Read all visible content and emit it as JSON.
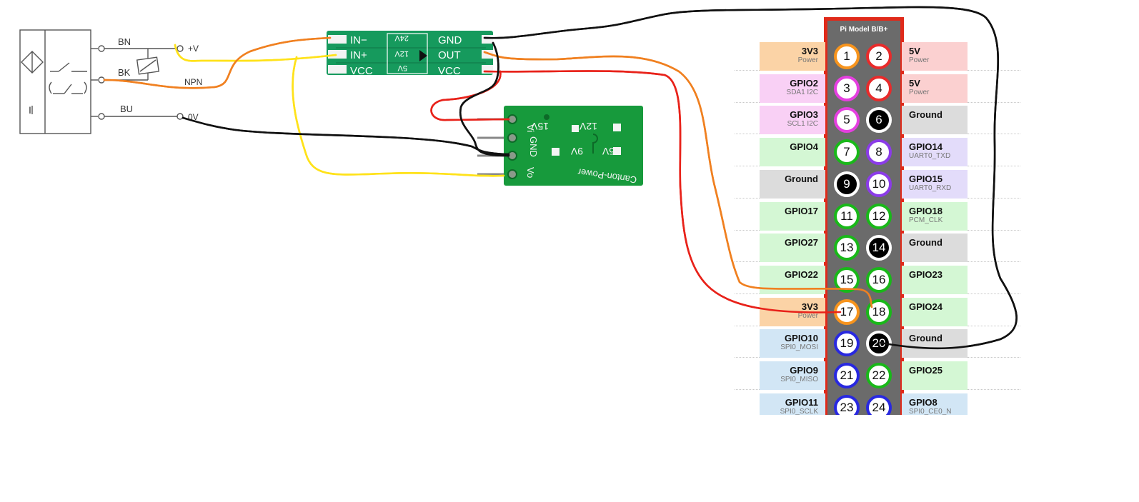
{
  "colors": {
    "wire_red": "#e8221a",
    "wire_orange": "#f08020",
    "wire_yellow": "#ffe21a",
    "wire_black": "#111111",
    "pcb_green": "#179a5e",
    "pi_border": "#e02a1a",
    "pi_body": "#6b6b6b"
  },
  "sensor": {
    "label_bn": "BN",
    "label_bk": "BK",
    "label_bu": "BU",
    "label_vplus": "+V",
    "label_npn": "NPN",
    "label_0v": "0V",
    "label_i": "I"
  },
  "optocoupler": {
    "left_pins": [
      "IN−",
      "IN+",
      "VCC"
    ],
    "right_pins": [
      "GND",
      "OUT",
      "VCC"
    ],
    "voltages": [
      "24V",
      "12V",
      "5V"
    ]
  },
  "buck": {
    "pins": [
      "Vi",
      "GND",
      "Vo"
    ],
    "opt_15v": "15V",
    "opt_12v": "12V",
    "opt_9v": "9V",
    "opt_5v": "5V",
    "brand": "Canton-Power"
  },
  "pi": {
    "title": "Pi Model B/B+",
    "rows": [
      {
        "left_name": "3V3",
        "left_sub": "Power",
        "left_bg": "#fbd3a6",
        "p1": "1",
        "p1_ring": "#f7941d",
        "p1_dark": false,
        "p2": "2",
        "p2_ring": "#e82b2b",
        "p2_dark": false,
        "right_name": "5V",
        "right_sub": "Power",
        "right_bg": "#fbd0d0"
      },
      {
        "left_name": "GPIO2",
        "left_sub": "SDA1 I2C",
        "left_bg": "#f9d0f5",
        "p1": "3",
        "p1_ring": "#e53fe0",
        "p1_dark": false,
        "p2": "4",
        "p2_ring": "#e82b2b",
        "p2_dark": false,
        "right_name": "5V",
        "right_sub": "Power",
        "right_bg": "#fbd0d0"
      },
      {
        "left_name": "GPIO3",
        "left_sub": "SCL1 I2C",
        "left_bg": "#f9d0f5",
        "p1": "5",
        "p1_ring": "#e53fe0",
        "p1_dark": false,
        "p2": "6",
        "p2_ring": "#ffffff",
        "p2_dark": true,
        "right_name": "Ground",
        "right_sub": "",
        "right_bg": "#dcdcdc"
      },
      {
        "left_name": "GPIO4",
        "left_sub": "",
        "left_bg": "#d4f7d4",
        "p1": "7",
        "p1_ring": "#19b819",
        "p1_dark": false,
        "p2": "8",
        "p2_ring": "#8b3be8",
        "p2_dark": false,
        "right_name": "GPIO14",
        "right_sub": "UART0_TXD",
        "right_bg": "#e3dcfa"
      },
      {
        "left_name": "Ground",
        "left_sub": "",
        "left_bg": "#dcdcdc",
        "p1": "9",
        "p1_ring": "#ffffff",
        "p1_dark": true,
        "p2": "10",
        "p2_ring": "#8b3be8",
        "p2_dark": false,
        "right_name": "GPIO15",
        "right_sub": "UART0_RXD",
        "right_bg": "#e3dcfa"
      },
      {
        "left_name": "GPIO17",
        "left_sub": "",
        "left_bg": "#d4f7d4",
        "p1": "11",
        "p1_ring": "#19b819",
        "p1_dark": false,
        "p2": "12",
        "p2_ring": "#19b819",
        "p2_dark": false,
        "right_name": "GPIO18",
        "right_sub": "PCM_CLK",
        "right_bg": "#d4f7d4"
      },
      {
        "left_name": "GPIO27",
        "left_sub": "",
        "left_bg": "#d4f7d4",
        "p1": "13",
        "p1_ring": "#19b819",
        "p1_dark": false,
        "p2": "14",
        "p2_ring": "#ffffff",
        "p2_dark": true,
        "right_name": "Ground",
        "right_sub": "",
        "right_bg": "#dcdcdc"
      },
      {
        "left_name": "GPIO22",
        "left_sub": "",
        "left_bg": "#d4f7d4",
        "p1": "15",
        "p1_ring": "#19b819",
        "p1_dark": false,
        "p2": "16",
        "p2_ring": "#19b819",
        "p2_dark": false,
        "right_name": "GPIO23",
        "right_sub": "",
        "right_bg": "#d4f7d4"
      },
      {
        "left_name": "3V3",
        "left_sub": "Power",
        "left_bg": "#fbd3a6",
        "p1": "17",
        "p1_ring": "#f7941d",
        "p1_dark": false,
        "p2": "18",
        "p2_ring": "#19b819",
        "p2_dark": false,
        "right_name": "GPIO24",
        "right_sub": "",
        "right_bg": "#d4f7d4"
      },
      {
        "left_name": "GPIO10",
        "left_sub": "SPI0_MOSI",
        "left_bg": "#d2e6f5",
        "p1": "19",
        "p1_ring": "#2828e0",
        "p1_dark": false,
        "p2": "20",
        "p2_ring": "#ffffff",
        "p2_dark": true,
        "right_name": "Ground",
        "right_sub": "",
        "right_bg": "#dcdcdc"
      },
      {
        "left_name": "GPIO9",
        "left_sub": "SPI0_MISO",
        "left_bg": "#d2e6f5",
        "p1": "21",
        "p1_ring": "#2828e0",
        "p1_dark": false,
        "p2": "22",
        "p2_ring": "#19b819",
        "p2_dark": false,
        "right_name": "GPIO25",
        "right_sub": "",
        "right_bg": "#d4f7d4"
      },
      {
        "left_name": "GPIO11",
        "left_sub": "SPI0_SCLK",
        "left_bg": "#d2e6f5",
        "p1": "23",
        "p1_ring": "#2828e0",
        "p1_dark": false,
        "p2": "24",
        "p2_ring": "#2828e0",
        "p2_dark": false,
        "right_name": "GPIO8",
        "right_sub": "SPI0_CE0_N",
        "right_bg": "#d2e6f5"
      }
    ]
  }
}
